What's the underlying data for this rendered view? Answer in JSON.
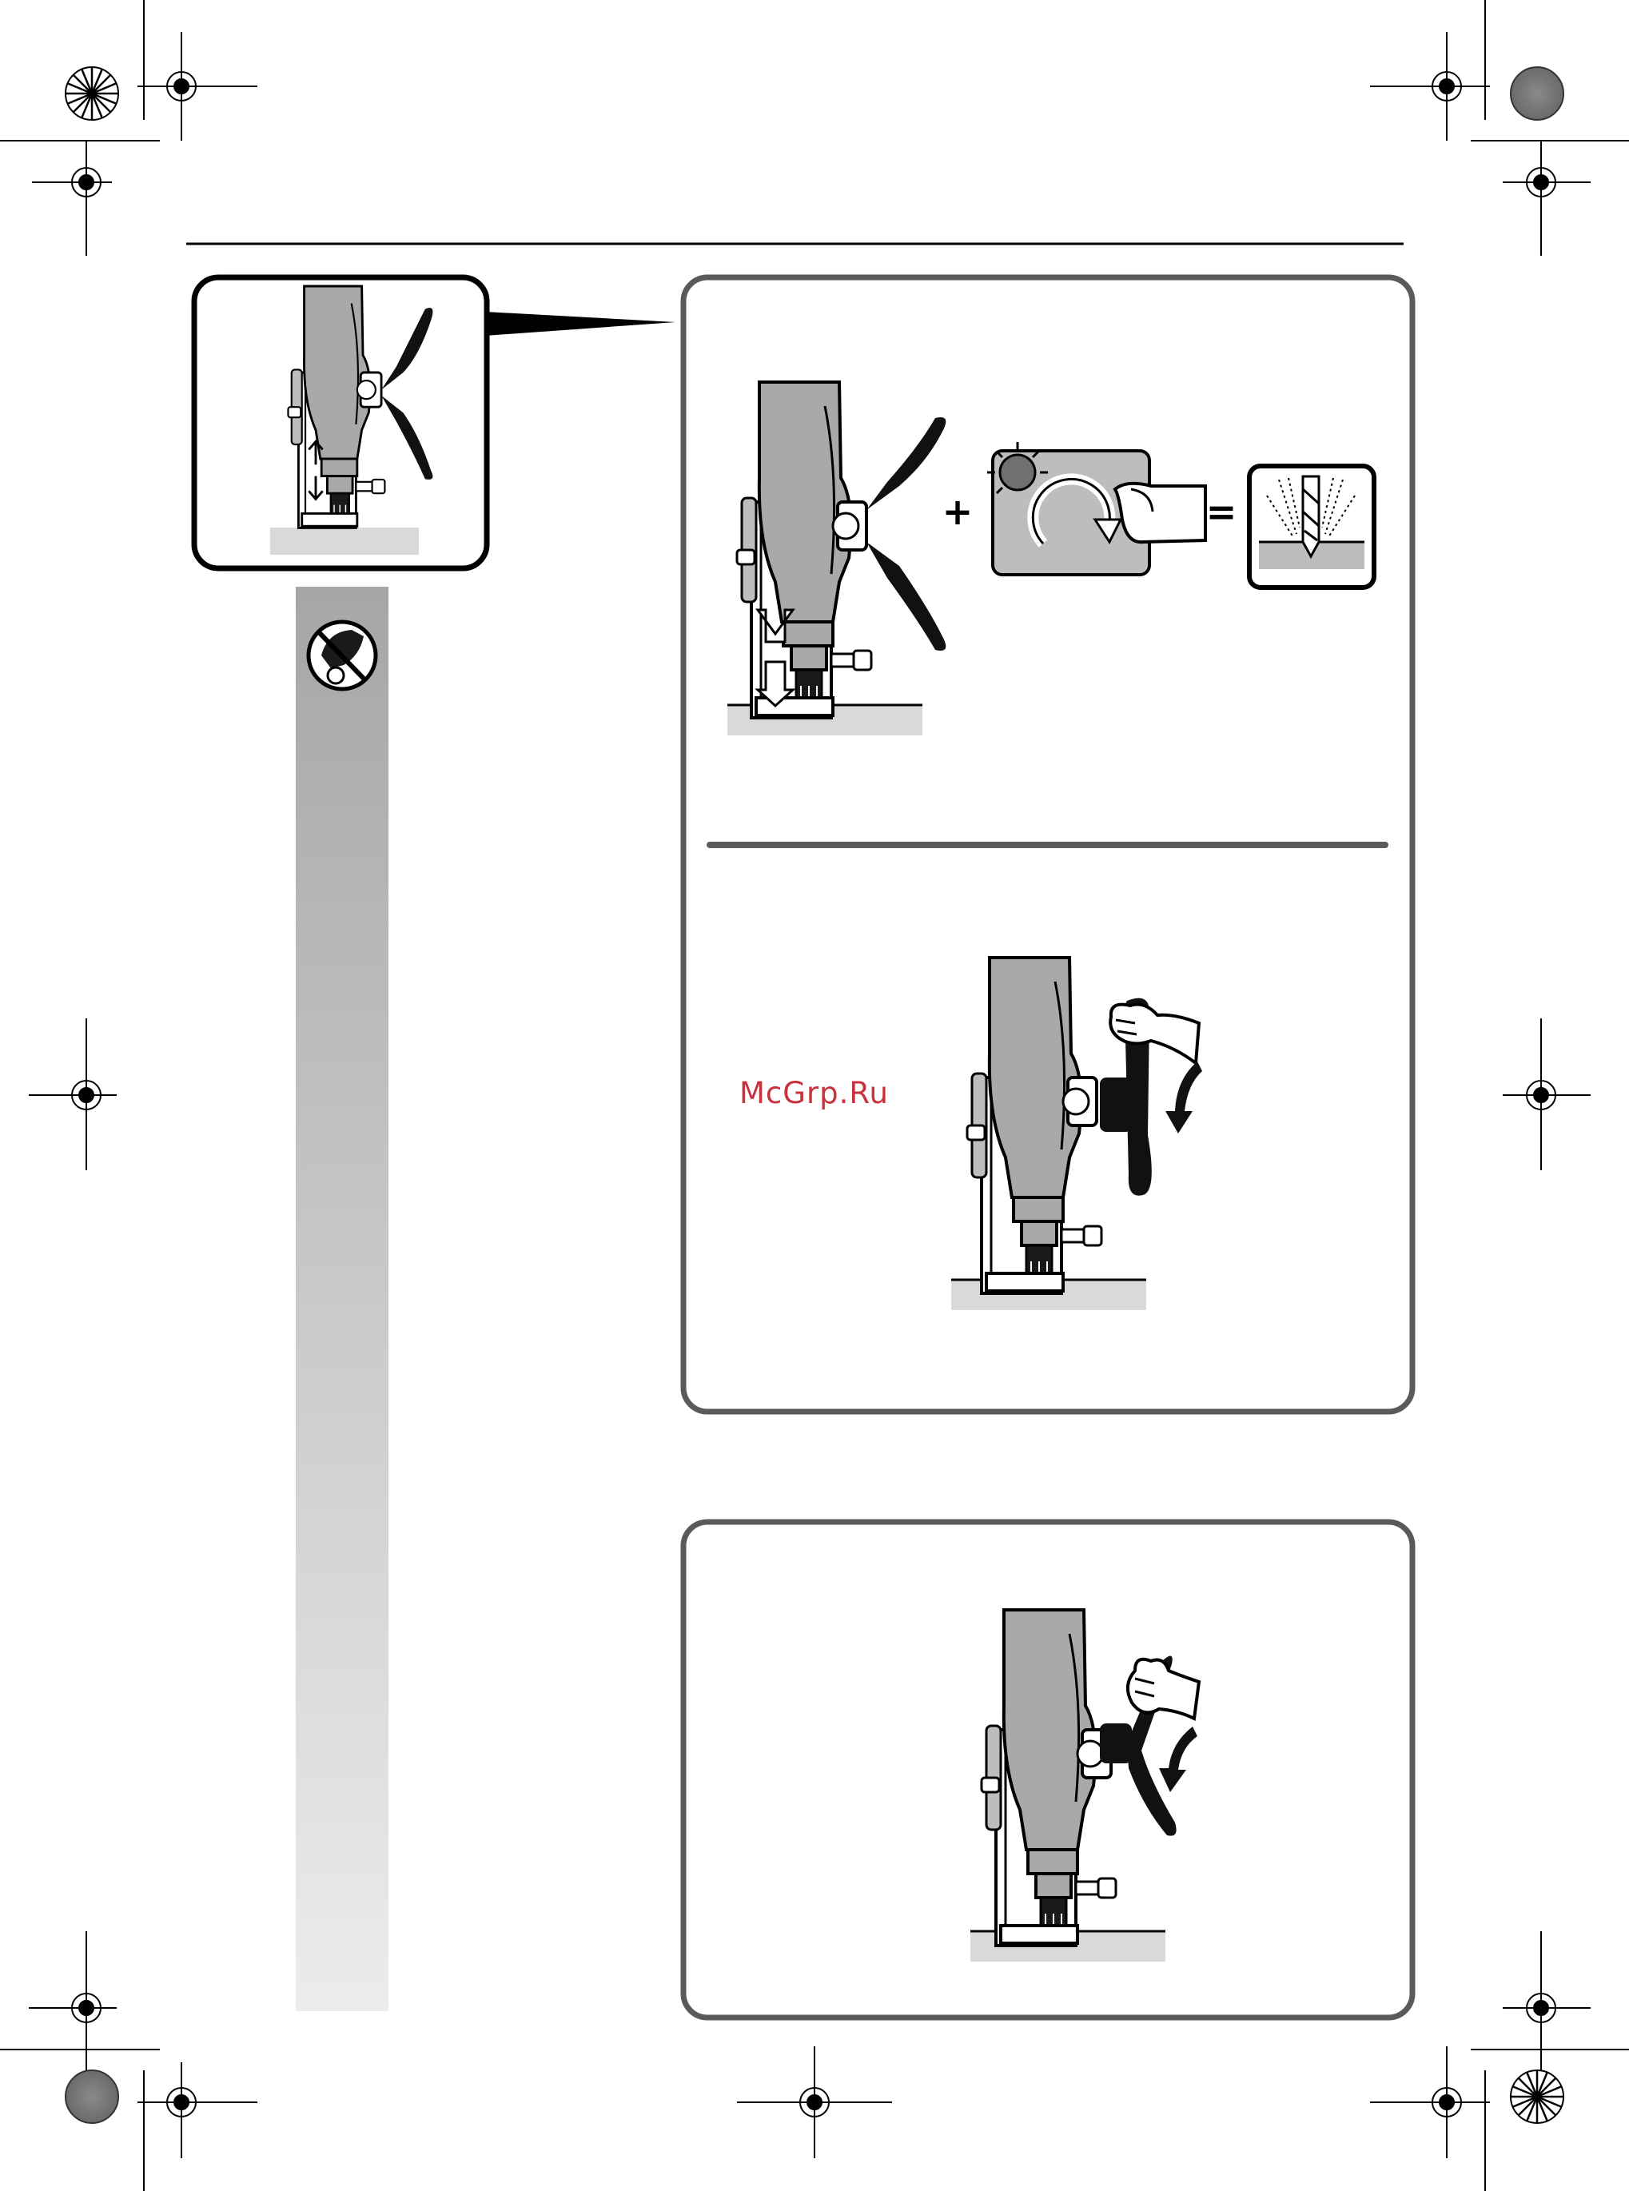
{
  "watermark": {
    "text": "McGrp.Ru",
    "color": "#c8323c"
  },
  "symbols": {
    "plus": "+",
    "equals": "=",
    "prohibition_sign": "no-grinding-disc-sign-icon"
  },
  "colors": {
    "frame": "#5a5a5a",
    "sidebar_top": "#a6a6a6",
    "sidebar_bottom": "#ececec",
    "workpiece": "#d9d9d9",
    "drill_body": "#a9a9a9",
    "indicator_led": "#707070"
  },
  "figures": [
    {
      "name": "magnet-activation-step",
      "icons": [
        "drill-stand-icon",
        "handle-icon",
        "magnet-switch-icon",
        "indicator-light-icon",
        "finger-press-icon",
        "core-drill-cutting-icon"
      ]
    },
    {
      "name": "feed-down-step",
      "icons": [
        "drill-stand-icon",
        "hand-on-handle-icon",
        "rotate-down-arrow-icon"
      ]
    },
    {
      "name": "feed-continue-step",
      "icons": [
        "drill-stand-icon",
        "hand-on-handle-icon",
        "rotate-down-arrow-icon"
      ]
    }
  ]
}
